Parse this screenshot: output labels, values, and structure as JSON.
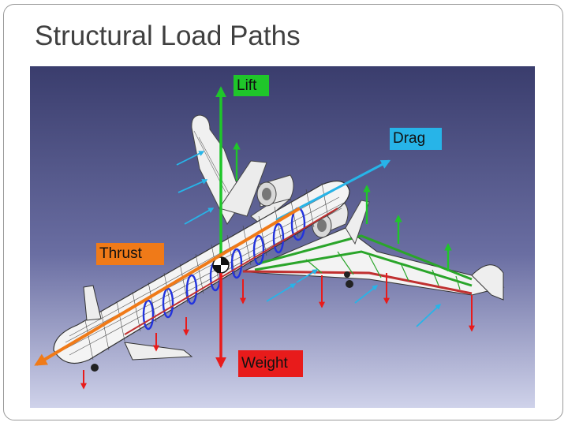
{
  "slide": {
    "title": "Structural Load Paths"
  },
  "diagram": {
    "labels": {
      "lift": "Lift",
      "drag": "Drag",
      "thrust": "Thrust",
      "weight": "Weight"
    }
  },
  "colors": {
    "background_top": "#3c3f6e",
    "background_bottom": "#c9cce6",
    "lift": "#1fc62a",
    "drag": "#27b4e8",
    "thrust": "#f07a18",
    "weight": "#e81b1b",
    "structure_frames": "#2233dd",
    "structure_spars": "#2aa52a",
    "structure_longerons": "#c03030",
    "airframe": "#f2f2f2"
  }
}
